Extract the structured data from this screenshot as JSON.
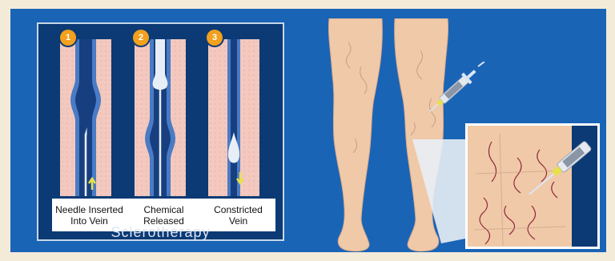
{
  "diagram": {
    "title": "Sclerotherapy",
    "steps": [
      {
        "number": "1",
        "caption": "Needle Inserted\nInto Vein"
      },
      {
        "number": "2",
        "caption": "Chemical\nReleased"
      },
      {
        "number": "3",
        "caption": "Constricted\nVein"
      }
    ]
  },
  "colors": {
    "background": "#1a64b6",
    "panel": "#0b3a75",
    "tissue": "#f3c9bf",
    "vein": "#4a7bc5",
    "badge": "#f2a01d",
    "arrow": "#e6e04a",
    "skin": "#f0c9a8"
  }
}
